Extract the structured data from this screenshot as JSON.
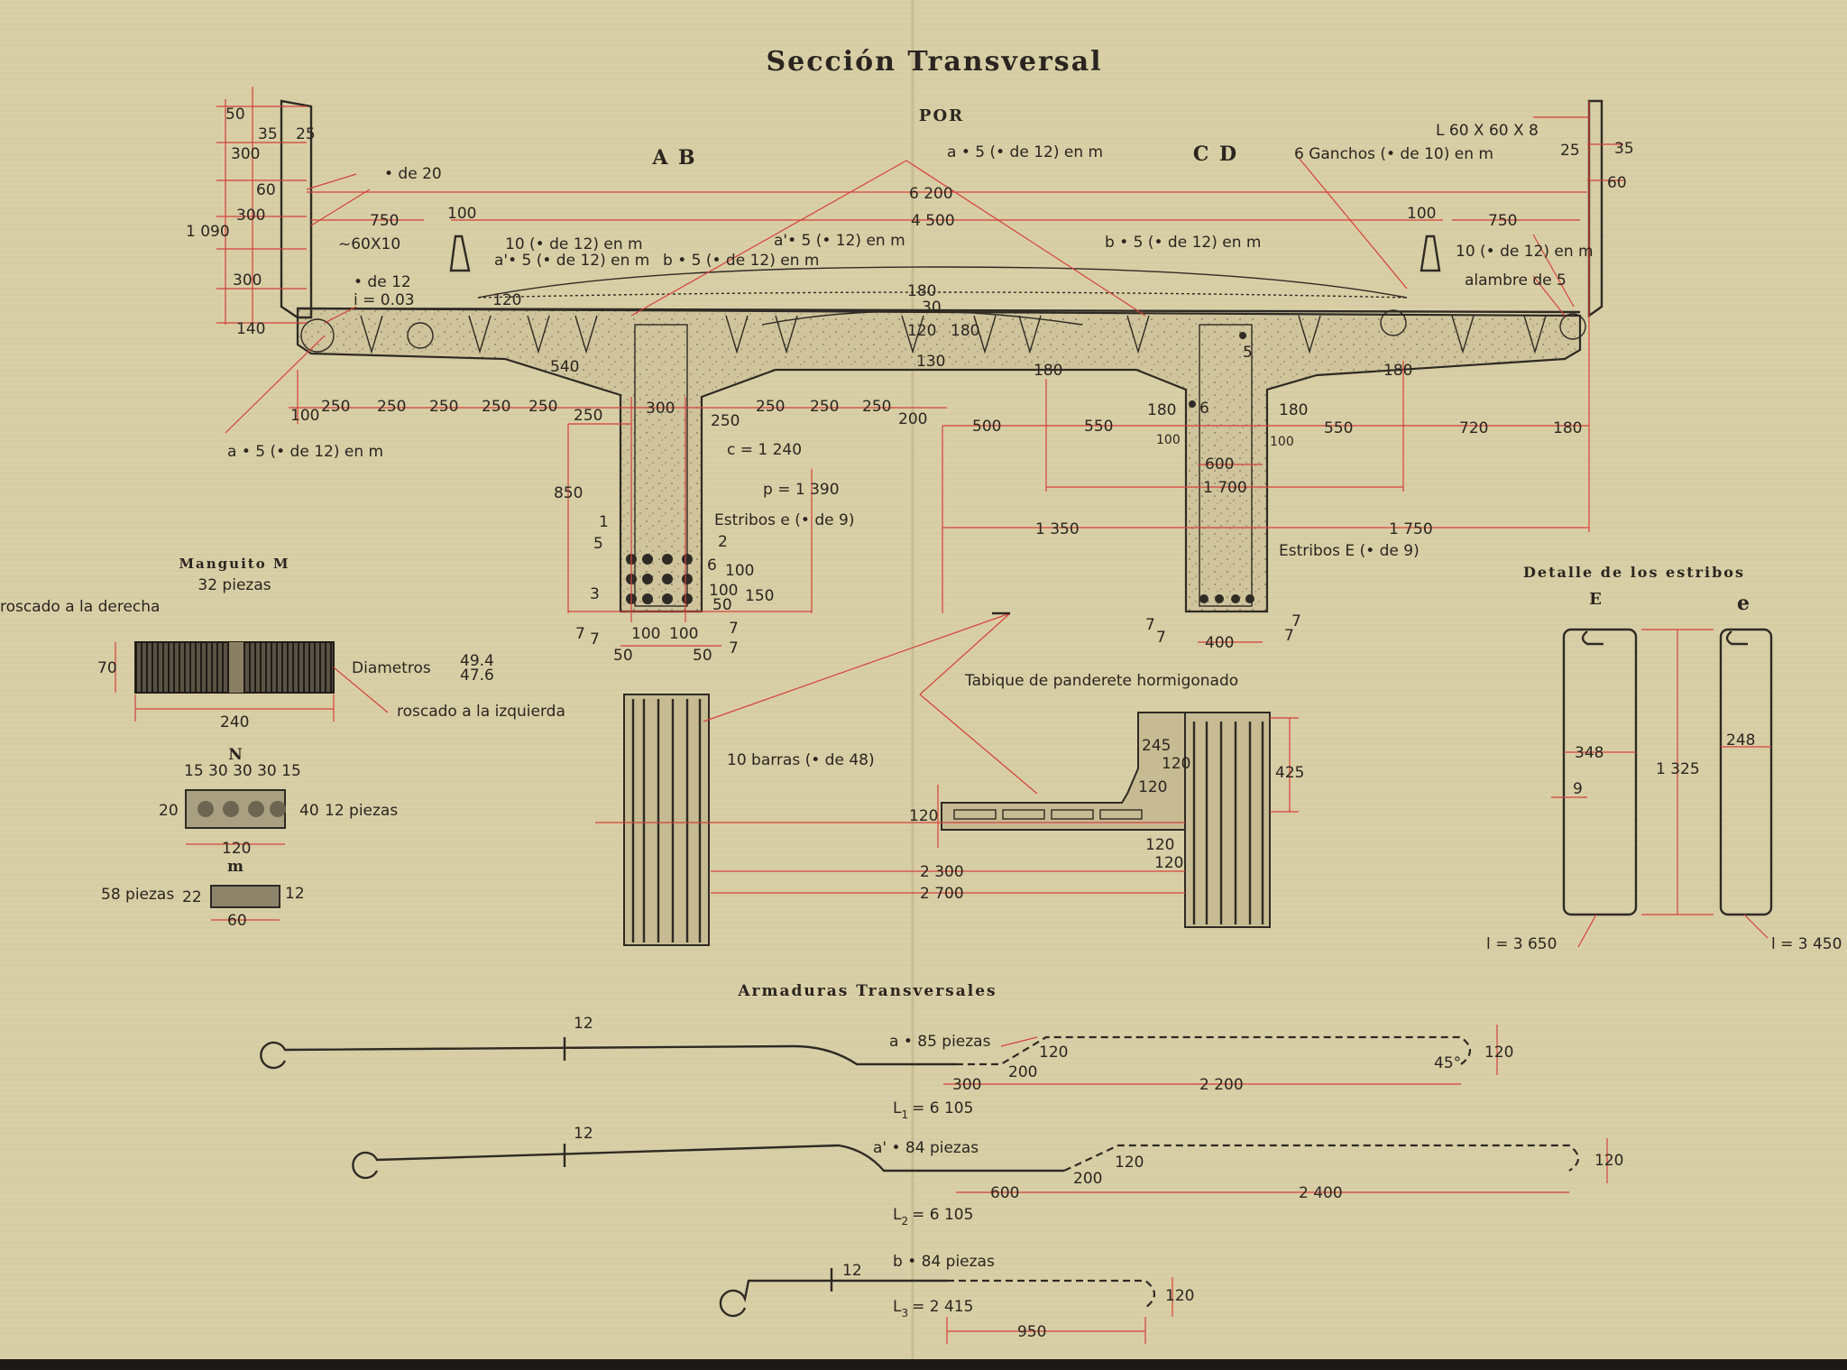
{
  "title": "Sección Transversal",
  "subtitle": "POR",
  "section_left": "A B",
  "section_right": "C D",
  "deck": {
    "labels": {
      "phi20": "• de 20",
      "angle_60x10": "~60X10",
      "phi12": "• de 12",
      "slope": "i = 0.03",
      "bar_10_12_left": "10 (• de 12) en m",
      "bar_a5_12_left": "a'• 5 (• de 12) en m",
      "bar_b5_12_left": "b • 5 (• de 12) en m",
      "bar_a5_12_top": "a • 5 (• de 12) en m",
      "bar_a5_12_mid": "a'• 5 (• 12) en m",
      "bar_b5_12_right": "b • 5 (• de 12) en m",
      "hooks_6_10": "6 Ganchos (• de 10) en m",
      "angle_L": "L 60 X 60 X 8",
      "bar_10_12_right": "10 (• de 12) en m",
      "wire_5": "alambre de 5",
      "bar_a5_12_bottom": "a • 5 (• de 12) en m",
      "c_value": "c = 1 240",
      "p_value": "p = 1 390",
      "stirrups_e": "Estribos e (• de 9)",
      "stirrups_E": "Estribos E (• de 9)"
    },
    "dims": {
      "d50": "50",
      "d35": "35",
      "d25": "25",
      "d300a": "300",
      "d60": "60",
      "d300b": "300",
      "d1090": "1 090",
      "d300c": "300",
      "d140": "140",
      "d750": "750",
      "d100": "100",
      "d6200": "6 200",
      "d4500": "4 500",
      "d100r": "100",
      "d750r": "750",
      "d25r": "25",
      "d35r": "35",
      "d60r": "60",
      "d120": "120",
      "d180": "180",
      "d30": "30",
      "d120b": "120",
      "d180b": "180",
      "d130": "130",
      "d540": "540",
      "d180c": "180",
      "d180d": "180",
      "row1": [
        "100",
        "250",
        "250",
        "250",
        "250",
        "250"
      ],
      "d250a": "250",
      "d300web": "300",
      "d250b": "250",
      "row2": [
        "250",
        "250",
        "250"
      ],
      "d200": "200",
      "d500": "500",
      "d550": "550",
      "d180e": "180",
      "d6": "6",
      "d100e": "100",
      "d180f": "180",
      "d100f": "100",
      "d550b": "550",
      "d720": "720",
      "d180g": "180",
      "d600": "600",
      "d1700": "1 700",
      "d850": "850",
      "d1350": "1 350",
      "d1750": "1 750",
      "beamL": [
        "1",
        "5",
        "3",
        "2",
        "6",
        "100",
        "100",
        "50",
        "150"
      ],
      "beamLbot": [
        "7",
        "7",
        "50",
        "100",
        "100",
        "50",
        "7",
        "7"
      ],
      "d5": "5",
      "beamRbot": [
        "7",
        "7",
        "400",
        "7",
        "7"
      ]
    }
  },
  "manguito": {
    "title": "Manguito M",
    "count": "32 piezas",
    "thread_right": "roscado a la derecha",
    "thread_left": "roscado a la izquierda",
    "diam_label": "Diametros",
    "diam_values": [
      "49.4",
      "47.6"
    ],
    "d70": "70",
    "d240": "240"
  },
  "piece_N": {
    "title": "N",
    "top_dims": "15 30 30 30 15",
    "d20": "20",
    "d40": "40",
    "count": "12 piezas",
    "d120": "120"
  },
  "piece_m": {
    "title": "m",
    "count": "58 piezas",
    "d22": "22",
    "d12": "12",
    "d60": "60"
  },
  "plan": {
    "bars_label": "10 barras (• de 48)",
    "tabique_label": "Tabique de panderete hormigonado",
    "d245": "245",
    "d120a": "120",
    "d120b": "120",
    "d425": "425",
    "d120c": "120",
    "d120d": "120",
    "d120e": "120",
    "d2300": "2 300",
    "d2700": "2 700"
  },
  "stirrups_detail": {
    "title": "Detalle de los estribos",
    "E": "E",
    "e": "e",
    "d348": "348",
    "d9": "9",
    "d1325": "1 325",
    "d248": "248",
    "lenE": "l = 3 650",
    "lene": "l = 3 450"
  },
  "transverse": {
    "title": "Armaduras Transversales",
    "bar_a": {
      "d12": "12",
      "label": "a • 85 piezas",
      "d120": "120",
      "d200": "200",
      "d300": "300",
      "d2200": "2 200",
      "d45": "45°",
      "d120r": "120",
      "L_prefix": "L",
      "L_sub": "1",
      "L_value": "= 6 105"
    },
    "bar_a2": {
      "d12": "12",
      "label": "a' • 84 piezas",
      "d120": "120",
      "d200": "200",
      "d600": "600",
      "d2400": "2 400",
      "d120r": "120",
      "L_prefix": "L",
      "L_sub": "2",
      "L_value": "= 6 105"
    },
    "bar_b": {
      "d12": "12",
      "label": "b • 84 piezas",
      "d120r": "120",
      "d950": "950",
      "L_prefix": "L",
      "L_sub": "3",
      "L_value": "= 2 415"
    }
  }
}
